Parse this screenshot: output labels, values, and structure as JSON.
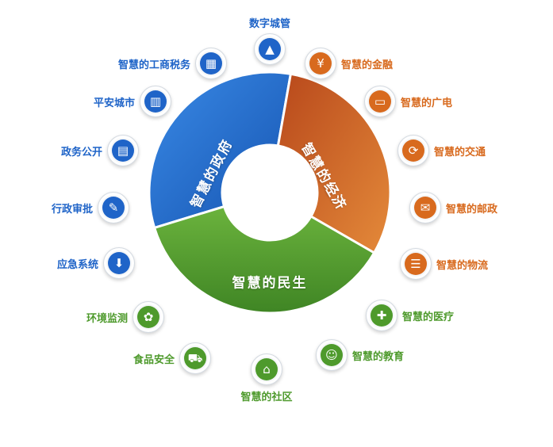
{
  "colors": {
    "gov": "#1f64c8",
    "econ": "#d86a1e",
    "life": "#4e9a2c"
  },
  "segments": {
    "gov": "智慧的政府",
    "econ": "智慧的经济",
    "life": "智慧的民生"
  },
  "nodes": [
    {
      "label": "数字城管",
      "group": "gov",
      "icon": "traffic-cone-icon"
    },
    {
      "label": "智慧的工商税务",
      "group": "gov",
      "icon": "business-tax-icon"
    },
    {
      "label": "平安城市",
      "group": "gov",
      "icon": "city-buildings-icon"
    },
    {
      "label": "政务公开",
      "group": "gov",
      "icon": "document-icon"
    },
    {
      "label": "行政审批",
      "group": "gov",
      "icon": "approval-icon"
    },
    {
      "label": "应急系统",
      "group": "gov",
      "icon": "emergency-icon"
    },
    {
      "label": "智慧的金融",
      "group": "econ",
      "icon": "yen-icon"
    },
    {
      "label": "智慧的广电",
      "group": "econ",
      "icon": "tv-icon"
    },
    {
      "label": "智慧的交通",
      "group": "econ",
      "icon": "transport-icon"
    },
    {
      "label": "智慧的邮政",
      "group": "econ",
      "icon": "mail-icon"
    },
    {
      "label": "智慧的物流",
      "group": "econ",
      "icon": "logistics-icon"
    },
    {
      "label": "环境监测",
      "group": "life",
      "icon": "environment-icon"
    },
    {
      "label": "食品安全",
      "group": "life",
      "icon": "shopping-cart-icon"
    },
    {
      "label": "智慧的社区",
      "group": "life",
      "icon": "home-icon"
    },
    {
      "label": "智慧的教育",
      "group": "life",
      "icon": "people-icon"
    },
    {
      "label": "智慧的医疗",
      "group": "life",
      "icon": "medical-kit-icon"
    }
  ]
}
